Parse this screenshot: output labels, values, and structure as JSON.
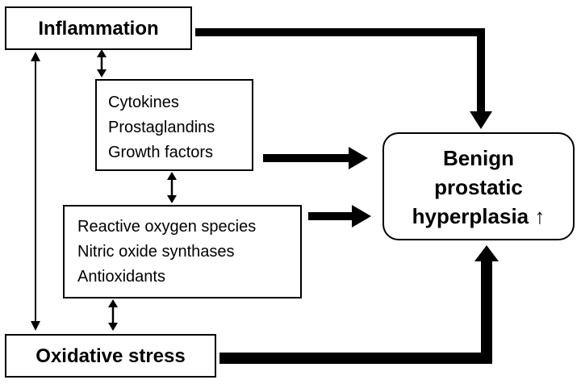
{
  "nodes": {
    "inflammation": "Inflammation",
    "oxidative_stress": "Oxidative stress",
    "mediators_inflammatory": [
      "Cytokines",
      "Prostaglandins",
      "Growth factors"
    ],
    "mediators_oxidative": [
      "Reactive oxygen species",
      "Nitric oxide synthases",
      "Antioxidants"
    ],
    "outcome": {
      "line1": "Benign",
      "line2": "prostatic",
      "line3": "hyperplasia ↑"
    }
  },
  "edges": [
    {
      "from": "inflammation",
      "to": "outcome",
      "kind": "causal"
    },
    {
      "from": "mediators_inflammatory",
      "to": "outcome",
      "kind": "causal"
    },
    {
      "from": "mediators_oxidative",
      "to": "outcome",
      "kind": "causal"
    },
    {
      "from": "oxidative_stress",
      "to": "outcome",
      "kind": "causal"
    },
    {
      "from": "inflammation",
      "to": "oxidative_stress",
      "kind": "bidirectional"
    },
    {
      "from": "inflammation",
      "to": "mediators_inflammatory",
      "kind": "bidirectional"
    },
    {
      "from": "mediators_inflammatory",
      "to": "mediators_oxidative",
      "kind": "bidirectional"
    },
    {
      "from": "mediators_oxidative",
      "to": "oxidative_stress",
      "kind": "bidirectional"
    }
  ]
}
